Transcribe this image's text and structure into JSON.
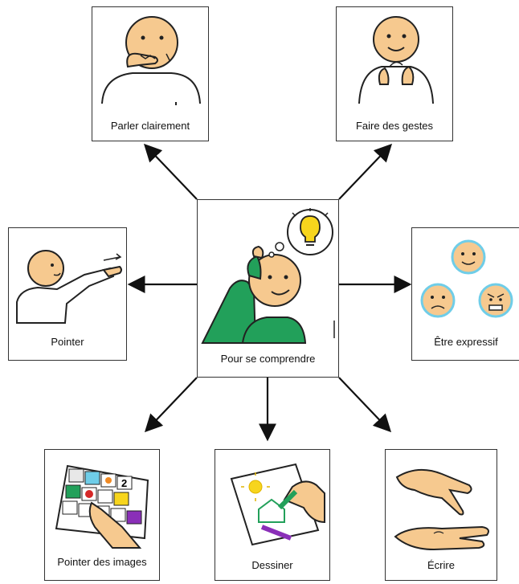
{
  "center": {
    "label": "Pour se comprendre"
  },
  "nodes": [
    {
      "id": "parler",
      "label": "Parler clairement",
      "icon": "mouth-speaking-icon"
    },
    {
      "id": "gestes",
      "label": "Faire des gestes",
      "icon": "sign-gesture-icon"
    },
    {
      "id": "pointer",
      "label": "Pointer",
      "icon": "pointing-person-icon"
    },
    {
      "id": "expressif",
      "label": "Être expressif",
      "icon": "emotion-faces-icon"
    },
    {
      "id": "images",
      "label": "Pointer des images",
      "icon": "picture-board-icon"
    },
    {
      "id": "dessiner",
      "label": "Dessiner",
      "icon": "drawing-hand-icon"
    },
    {
      "id": "ecrire",
      "label": "Écrire",
      "icon": "writing-on-hand-icon"
    }
  ],
  "colors": {
    "skin": "#f6c98f",
    "outline": "#222222",
    "shirt_green": "#22a05a",
    "bulb_yellow": "#f7d51d",
    "face_blue": "#6fcde8"
  }
}
